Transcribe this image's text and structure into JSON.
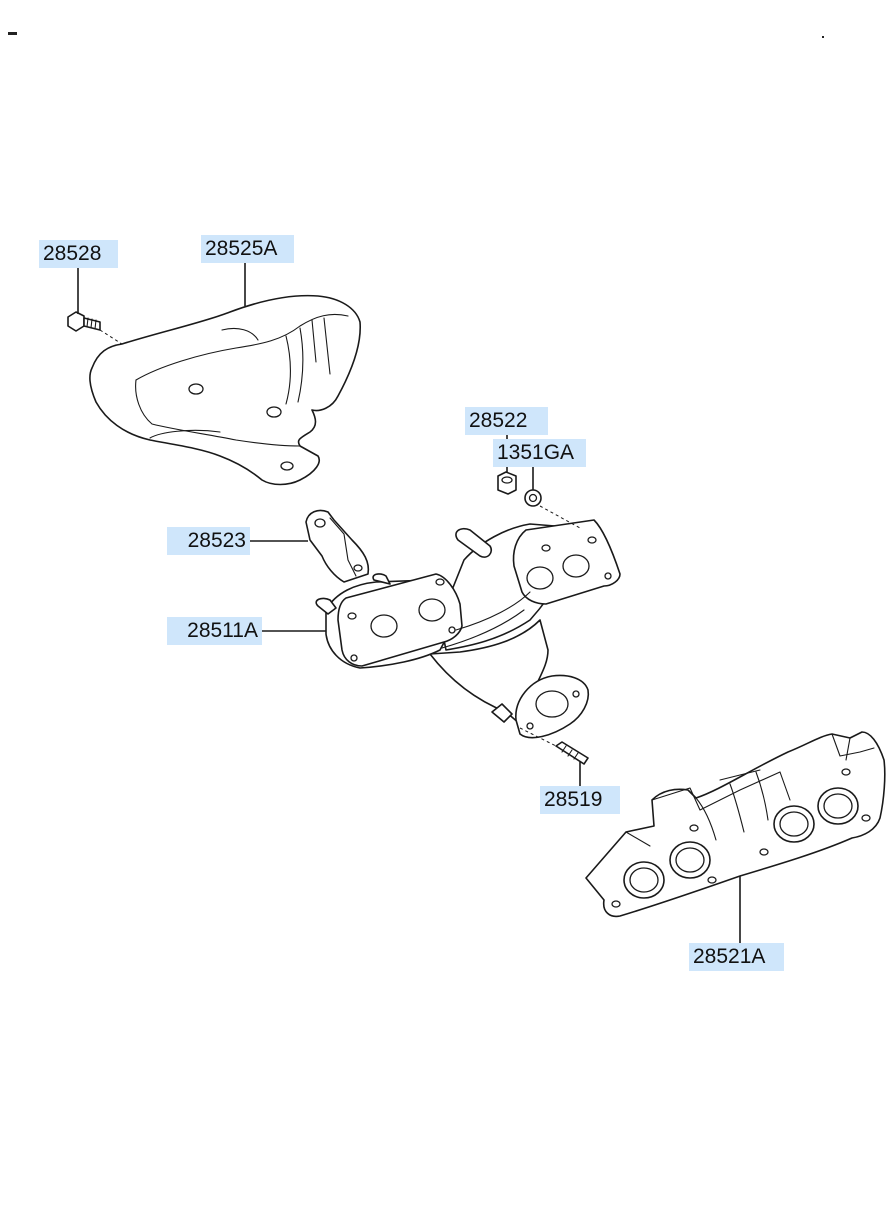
{
  "diagram": {
    "labels": {
      "p28528": "28528",
      "p28525A": "28525A",
      "p28522": "28522",
      "p1351GA": "1351GA",
      "p28523": "28523",
      "p28511A": "28511A",
      "p28519": "28519",
      "p28521A": "28521A"
    },
    "colors": {
      "callout_background": "#cfe6fb",
      "line": "#1a1a1a"
    }
  }
}
